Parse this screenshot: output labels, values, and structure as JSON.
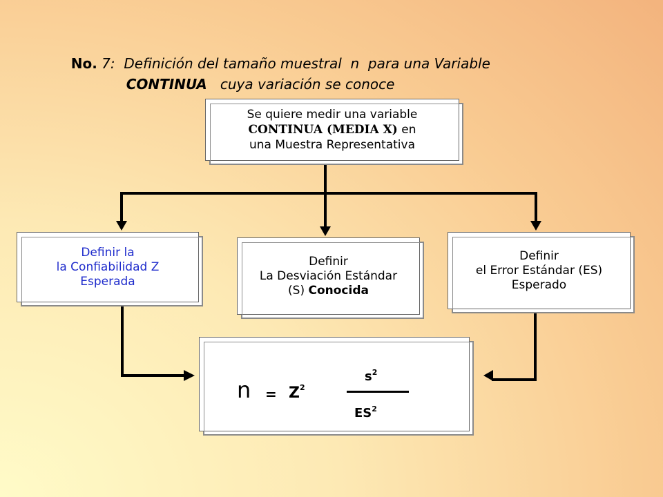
{
  "title": {
    "line1_prefix": "No.",
    "line1_rest": " 7:  Definición del tamaño muestral  n  para una Variable",
    "line2_bold": "CONTINUA",
    "line2_rest": "   cuya variación se conoce"
  },
  "top_box": {
    "line1": "Se quiere medir una variable",
    "line2_bold": "CONTINUA (MEDIA X)",
    "line2_rest": " en",
    "line3": "una Muestra Representativa"
  },
  "left_box": {
    "line1": "Definir la",
    "line2": "la Confiabilidad Z",
    "line3": "Esperada"
  },
  "middle_box": {
    "line1": "Definir",
    "line2": "La Desviación Estándar",
    "line3_prefix": "(S) ",
    "line3_bold": "Conocida"
  },
  "right_box": {
    "line1": "Definir",
    "line2": "el Error Estándar  (ES)",
    "line3": "Esperado"
  },
  "formula": {
    "n": "n",
    "equals": "=",
    "z": "Z",
    "z_exp": "2",
    "numerator": "s",
    "numerator_exp": "2",
    "denominator": "ES",
    "denominator_exp": "2"
  }
}
